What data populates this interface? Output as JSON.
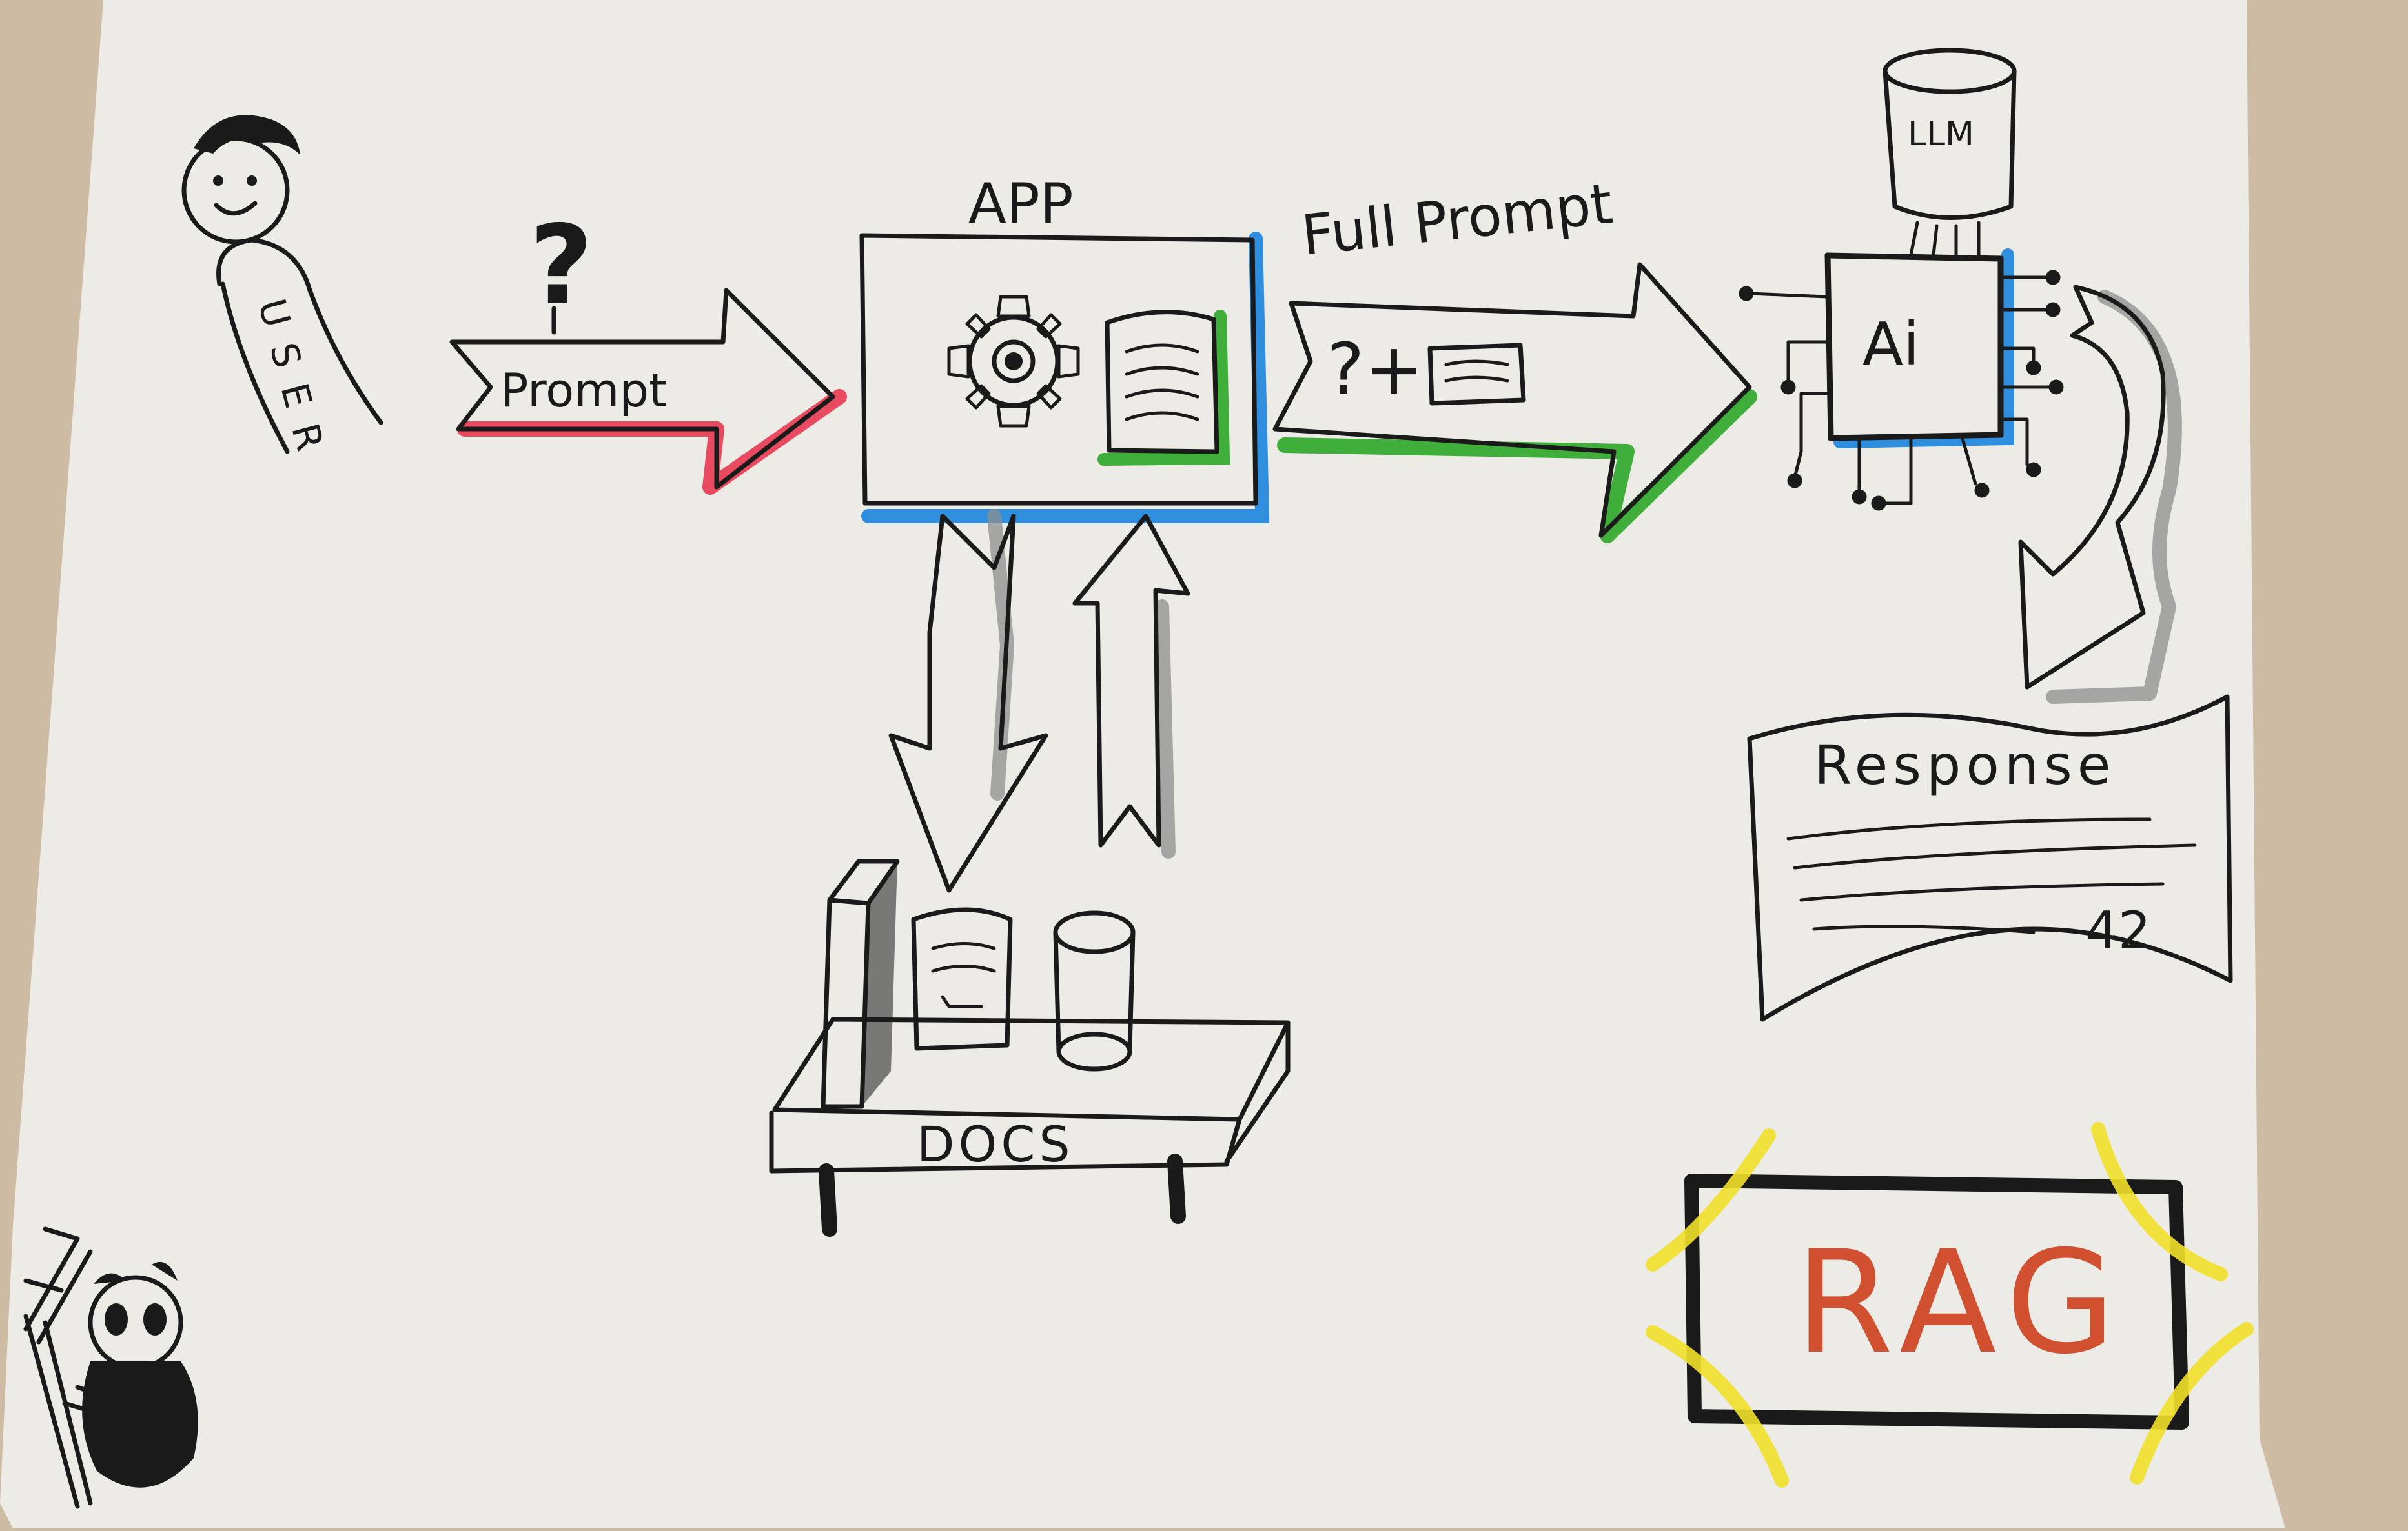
{
  "diagram": {
    "user_label": "USER",
    "question_mark": "?",
    "prompt_label": "Prompt",
    "app_label": "APP",
    "full_prompt_label": "Full Prompt",
    "full_prompt_content": "?+",
    "llm_label": "LLM",
    "ai_label": "Ai",
    "response_label": "Response",
    "response_number": "42",
    "docs_label": "DOCS",
    "rag_label": "RAG"
  },
  "colors": {
    "paper": "#ecebe6",
    "desk": "#cdbba3",
    "ink": "#1a1a1a",
    "prompt_accent": "#e84a5f",
    "app_accent": "#2f8fde",
    "full_prompt_accent": "#3fae3a",
    "docs_accent": "#3fae3a",
    "chip_accent": "#2f8fde",
    "rag_text": "#d0502f",
    "rag_highlight": "#f2e02a"
  }
}
